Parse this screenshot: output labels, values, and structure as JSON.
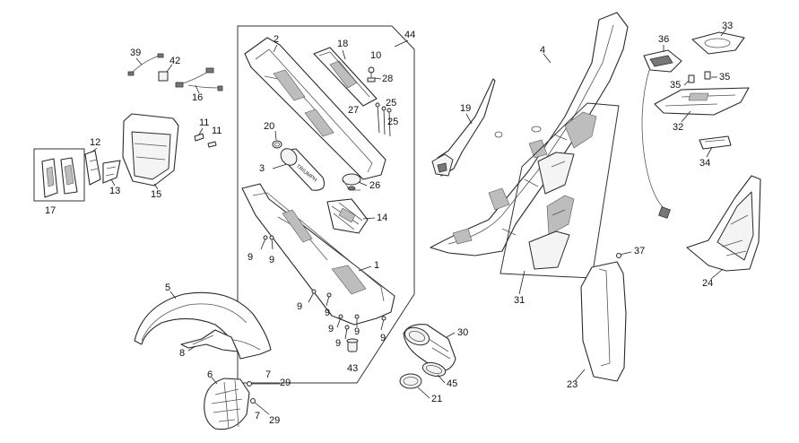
{
  "diagram": {
    "callouts": [
      {
        "id": "c-2",
        "label": "2"
      },
      {
        "id": "c-18",
        "label": "18"
      },
      {
        "id": "c-44",
        "label": "44"
      },
      {
        "id": "c-10",
        "label": "10"
      },
      {
        "id": "c-28",
        "label": "28"
      },
      {
        "id": "c-27",
        "label": "27"
      },
      {
        "id": "c-25a",
        "label": "25"
      },
      {
        "id": "c-25b",
        "label": "25"
      },
      {
        "id": "c-20",
        "label": "20"
      },
      {
        "id": "c-3",
        "label": "3"
      },
      {
        "id": "c-26",
        "label": "26"
      },
      {
        "id": "c-14",
        "label": "14"
      },
      {
        "id": "c-1",
        "label": "1"
      },
      {
        "id": "c-9a",
        "label": "9"
      },
      {
        "id": "c-9b",
        "label": "9"
      },
      {
        "id": "c-9c",
        "label": "9"
      },
      {
        "id": "c-9d",
        "label": "9"
      },
      {
        "id": "c-9e",
        "label": "9"
      },
      {
        "id": "c-9f",
        "label": "9"
      },
      {
        "id": "c-9g",
        "label": "9"
      },
      {
        "id": "c-9h",
        "label": "9"
      },
      {
        "id": "c-43",
        "label": "43"
      },
      {
        "id": "c-39",
        "label": "39"
      },
      {
        "id": "c-42",
        "label": "42"
      },
      {
        "id": "c-16",
        "label": "16"
      },
      {
        "id": "c-11a",
        "label": "11"
      },
      {
        "id": "c-11b",
        "label": "11"
      },
      {
        "id": "c-12",
        "label": "12"
      },
      {
        "id": "c-13",
        "label": "13"
      },
      {
        "id": "c-15",
        "label": "15"
      },
      {
        "id": "c-17",
        "label": "17"
      },
      {
        "id": "c-5",
        "label": "5"
      },
      {
        "id": "c-8",
        "label": "8"
      },
      {
        "id": "c-6",
        "label": "6"
      },
      {
        "id": "c-7a",
        "label": "7"
      },
      {
        "id": "c-29a",
        "label": "29"
      },
      {
        "id": "c-7b",
        "label": "7"
      },
      {
        "id": "c-29b",
        "label": "29"
      },
      {
        "id": "c-30",
        "label": "30"
      },
      {
        "id": "c-45",
        "label": "45"
      },
      {
        "id": "c-21",
        "label": "21"
      },
      {
        "id": "c-4",
        "label": "4"
      },
      {
        "id": "c-19",
        "label": "19"
      },
      {
        "id": "c-31",
        "label": "31"
      },
      {
        "id": "c-37",
        "label": "37"
      },
      {
        "id": "c-23",
        "label": "23"
      },
      {
        "id": "c-36",
        "label": "36"
      },
      {
        "id": "c-33",
        "label": "33"
      },
      {
        "id": "c-35a",
        "label": "35"
      },
      {
        "id": "c-35b",
        "label": "35"
      },
      {
        "id": "c-32",
        "label": "32"
      },
      {
        "id": "c-34",
        "label": "34"
      },
      {
        "id": "c-24",
        "label": "24"
      }
    ],
    "decal_text": "TRIUMPH"
  }
}
